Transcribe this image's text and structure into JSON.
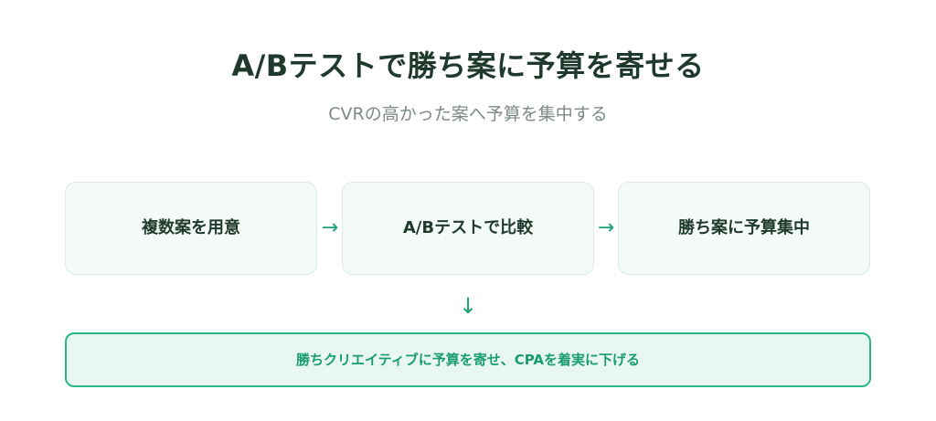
{
  "title": "A/Bテストで勝ち案に予算を寄せる",
  "subtitle": "CVRの高かった案へ予算を集中する",
  "steps": [
    {
      "label": "複数案を用意"
    },
    {
      "label": "A/Bテストで比較"
    },
    {
      "label": "勝ち案に予算集中"
    }
  ],
  "arrows": {
    "right": "→",
    "down": "↓"
  },
  "result": {
    "label": "勝ちクリエイティブに予算を寄せ、CPAを着実に下げる"
  },
  "colors": {
    "accent": "#2bb583",
    "title": "#1f3a2c",
    "box_fill": "#f4faf7",
    "result_fill": "#e8f7f1"
  }
}
